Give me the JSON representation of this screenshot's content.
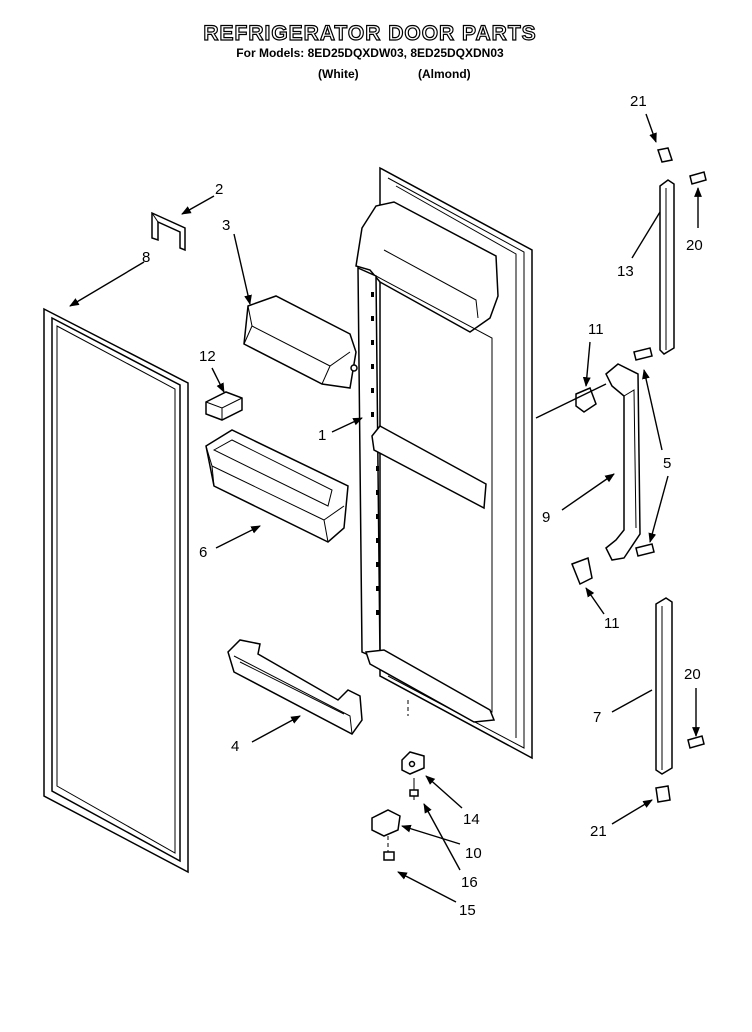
{
  "title": "REFRIGERATOR DOOR PARTS",
  "models_line": "For Models: 8ED25DQXDW03, 8ED25DQXDN03",
  "variants": [
    "(White)",
    "(Almond)"
  ],
  "callouts": {
    "c1": "1",
    "c2": "2",
    "c3": "3",
    "c4": "4",
    "c5": "5",
    "c6": "6",
    "c7": "7",
    "c8": "8",
    "c9": "9",
    "c10": "10",
    "c11a": "11",
    "c11b": "11",
    "c12": "12",
    "c13": "13",
    "c14": "14",
    "c15": "15",
    "c16": "16",
    "c20a": "20",
    "c20b": "20",
    "c21a": "21",
    "c21b": "21"
  }
}
